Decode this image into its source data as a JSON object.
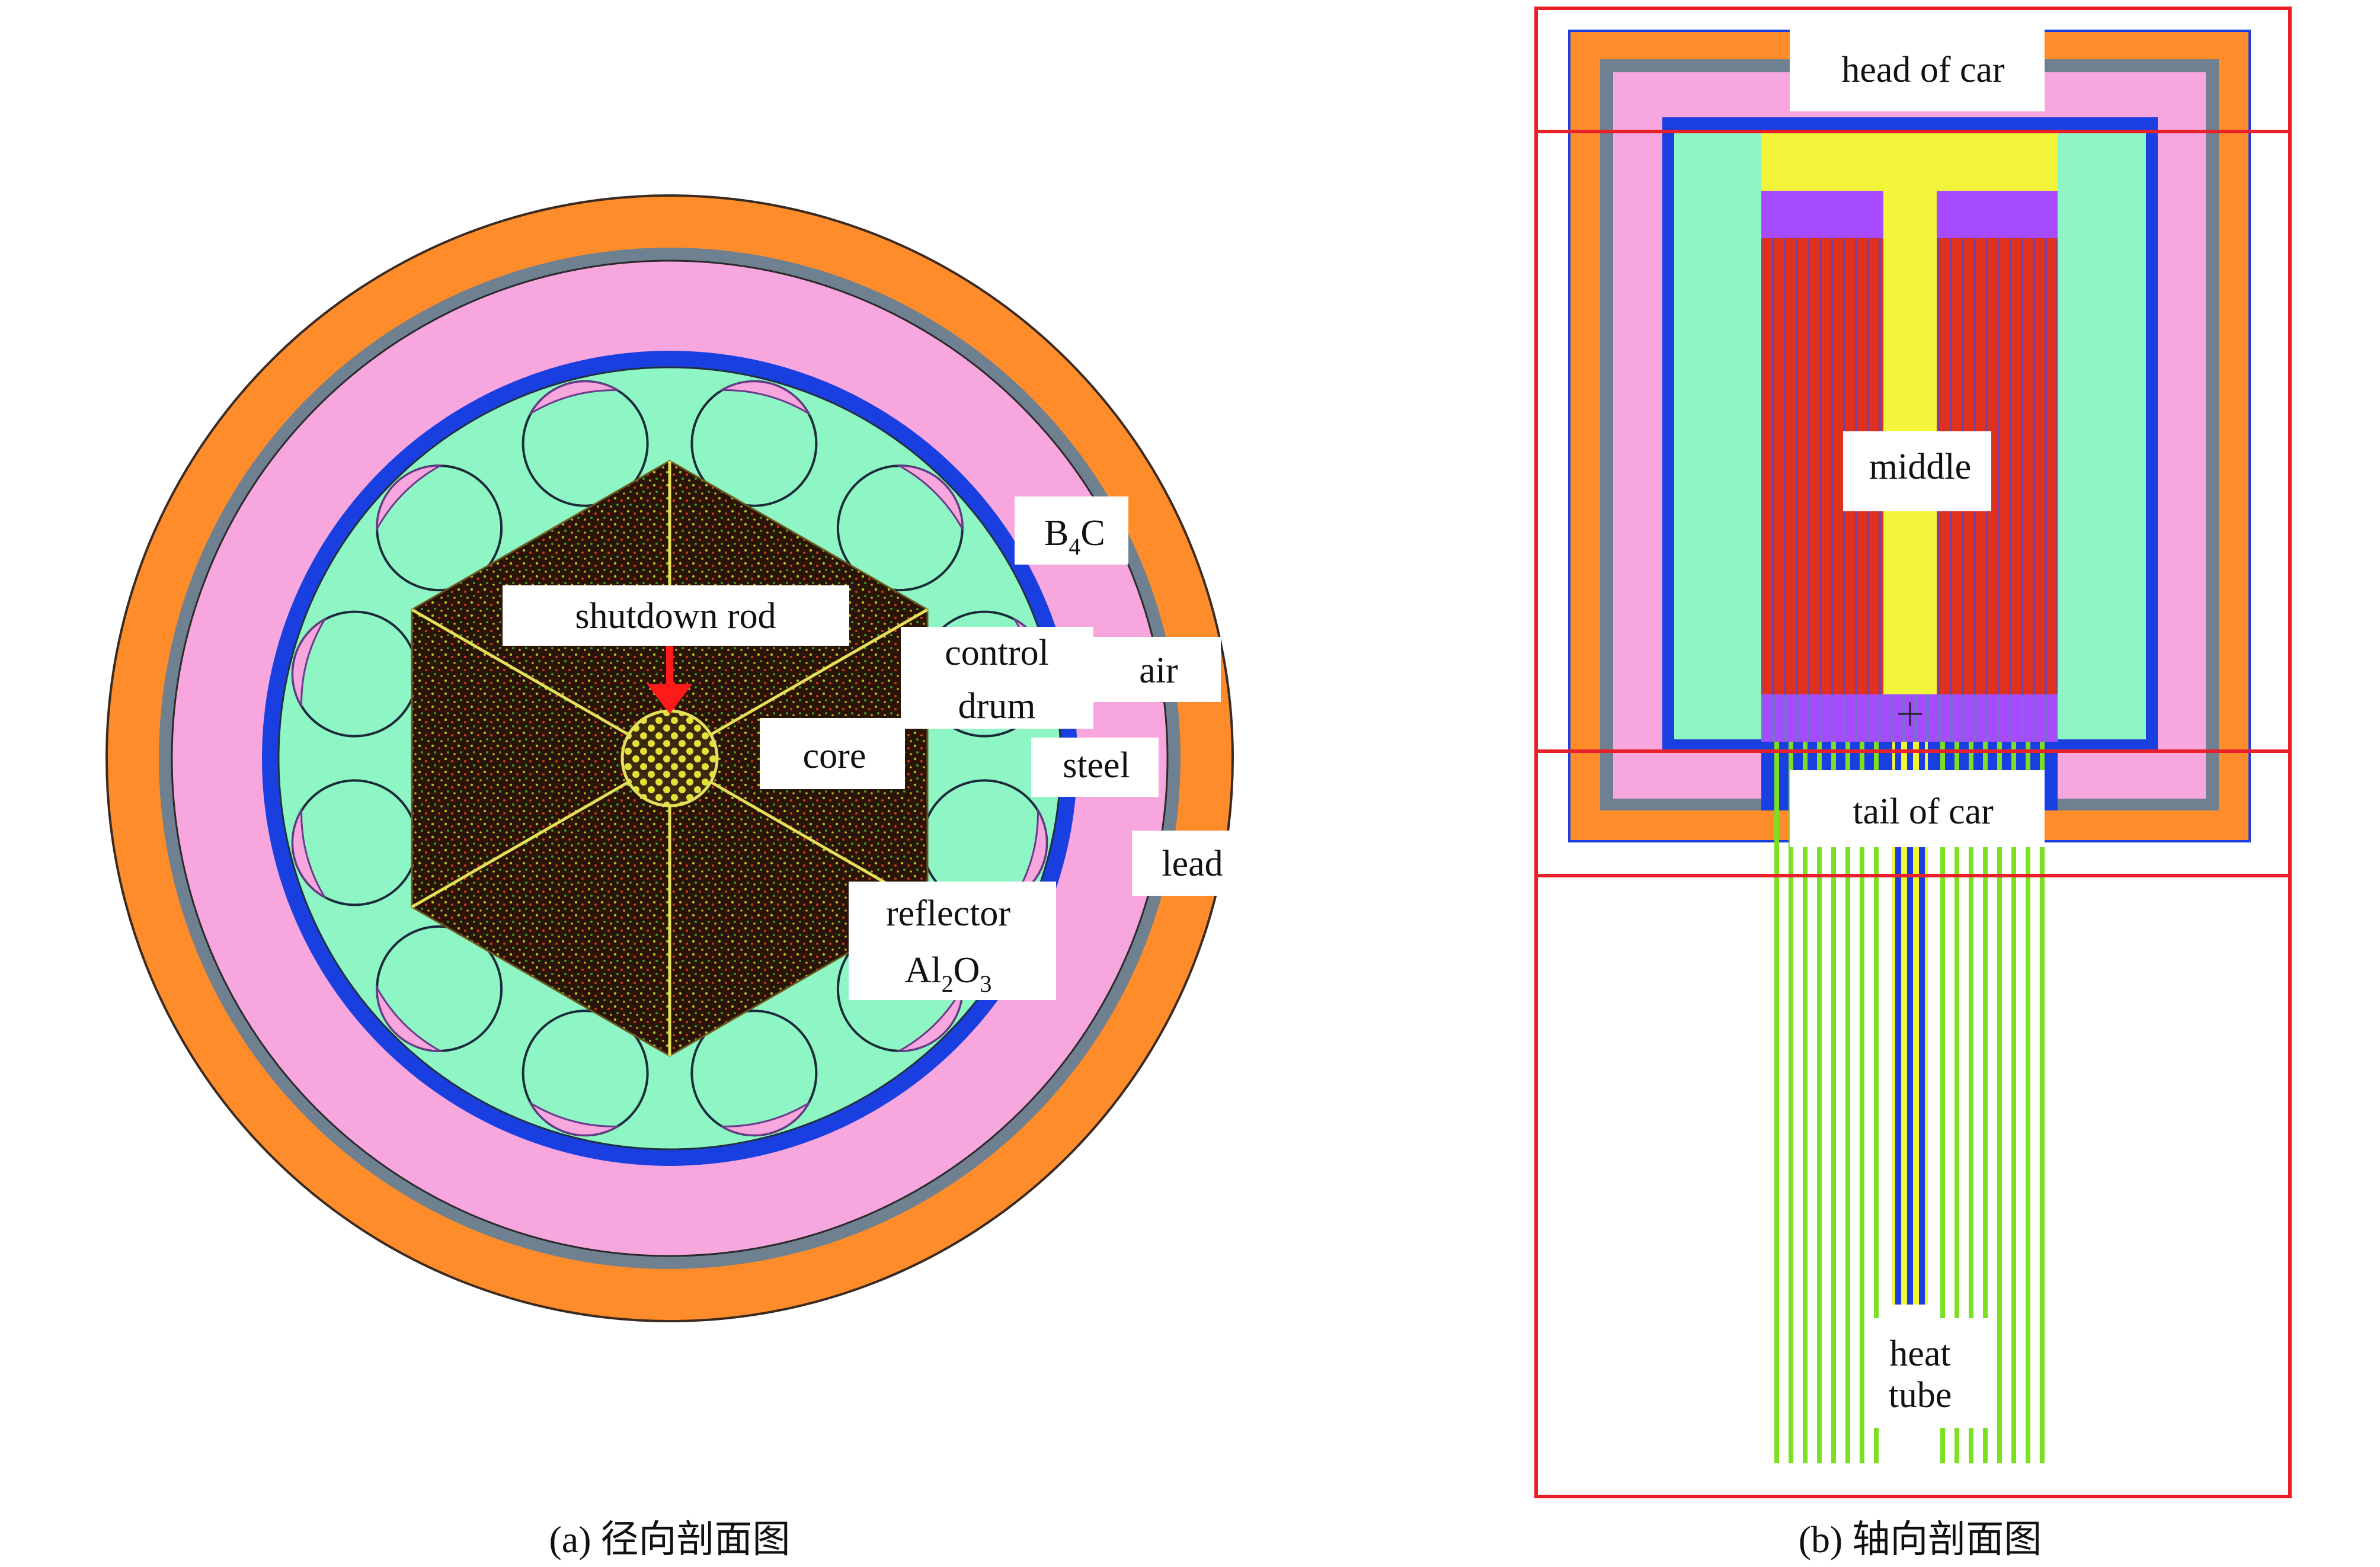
{
  "panel_a": {
    "caption": "(a) 径向剖面图",
    "labels": {
      "b4c": "B",
      "b4c_sub": "4",
      "b4c_tail": "C",
      "shutdown_rod": "shutdown rod",
      "control": "control",
      "drum": "drum",
      "air": "air",
      "core": "core",
      "steel": "steel",
      "lead": "lead",
      "reflector": "reflector",
      "al": "Al",
      "al_sub": "2",
      "o": "O",
      "o_sub": "3"
    }
  },
  "panel_b": {
    "caption": "(b) 轴向剖面图",
    "labels": {
      "head_of_car": "head of car",
      "middle": "middle",
      "tail_of_car": "tail of car",
      "heat": "heat",
      "tube": "tube"
    }
  },
  "colors": {
    "lead_orange": "#FF8C2A",
    "steel_gray": "#6F8090",
    "air_pink": "#F7A7DE",
    "b4c_blue": "#1A3FE0",
    "reflector_green": "#8EF5C4",
    "core_dark": "#2A1408",
    "yellow": "#F2F53A",
    "purple": "#A64BFF",
    "fuel_red": "#E0301E",
    "heat_tube_green": "#7AE021",
    "box_red": "#E8202A"
  }
}
